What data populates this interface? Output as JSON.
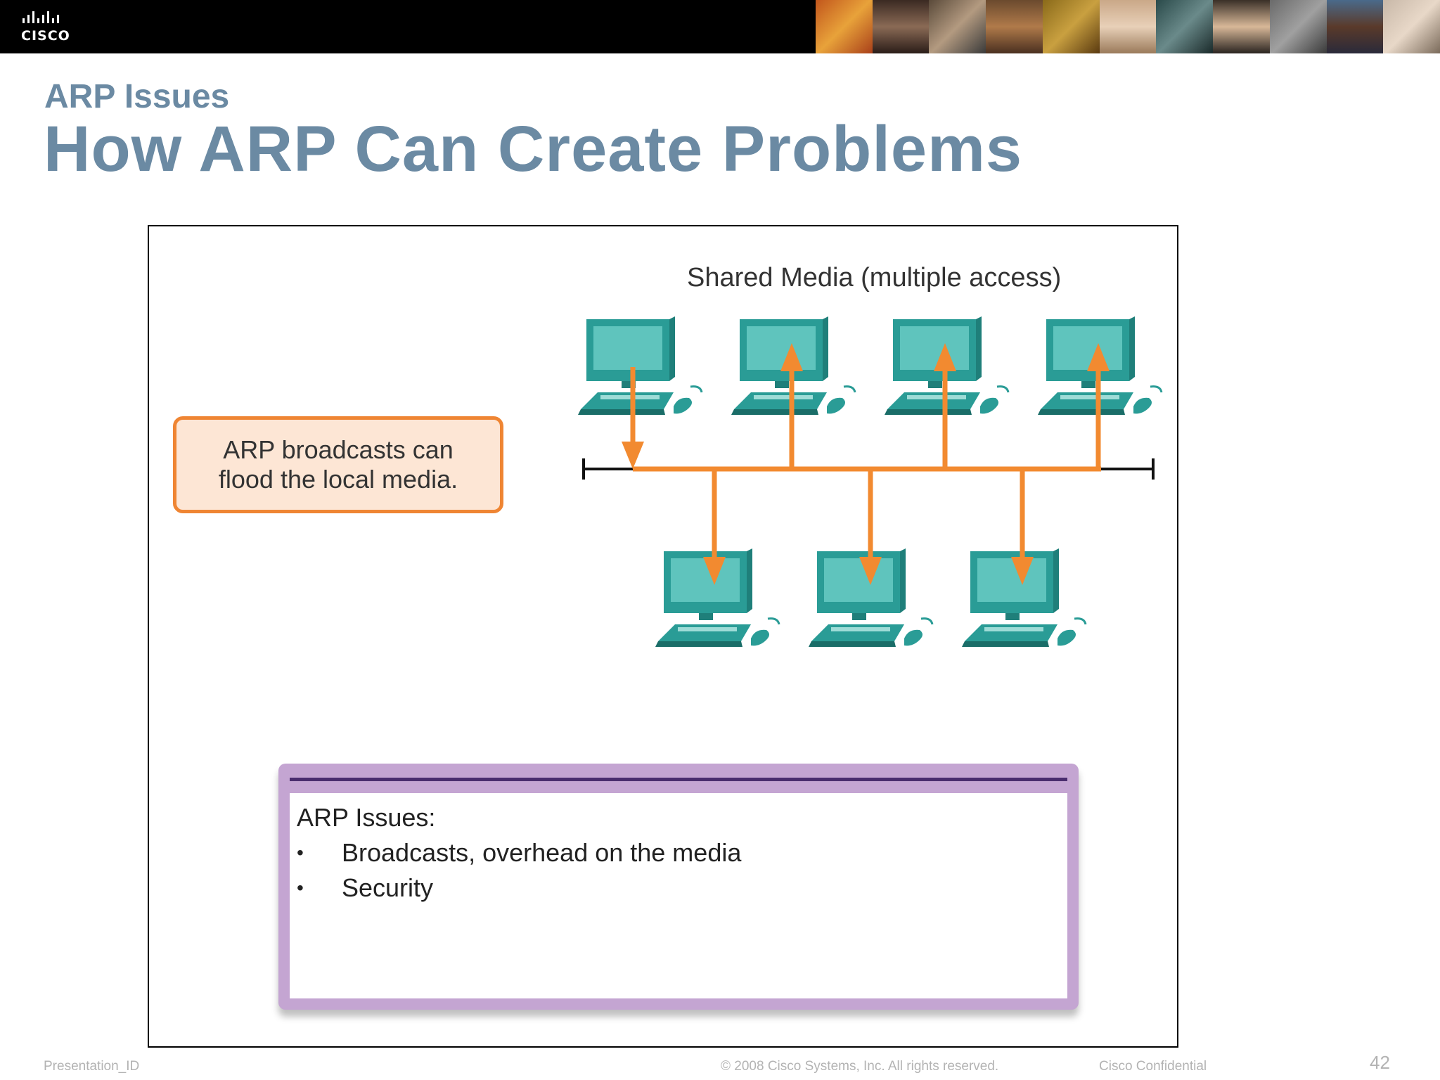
{
  "header": {
    "logo_text": "CISCO",
    "logo_icon": "cisco-bars-logo"
  },
  "slide": {
    "subtitle": "ARP Issues",
    "title": "How ARP Can Create Problems"
  },
  "diagram": {
    "shared_media_label": "Shared Media (multiple access)",
    "callout_lines": [
      "ARP broadcasts can",
      "flood the local media."
    ],
    "issues_heading": "ARP Issues:",
    "issues": [
      "Broadcasts, overhead on the media",
      "Security"
    ],
    "top_computers": 4,
    "bottom_computers": 3,
    "colors": {
      "broadcast": "#f28a30",
      "computer": "#2a9c96",
      "callout_border": "#ef8533",
      "callout_fill": "#fde6d5",
      "issues_frame": "#c4a5d2"
    }
  },
  "footer": {
    "presentation_id": "Presentation_ID",
    "copyright": "© 2008 Cisco Systems, Inc. All rights reserved.",
    "confidential": "Cisco Confidential",
    "page_number": "42"
  }
}
